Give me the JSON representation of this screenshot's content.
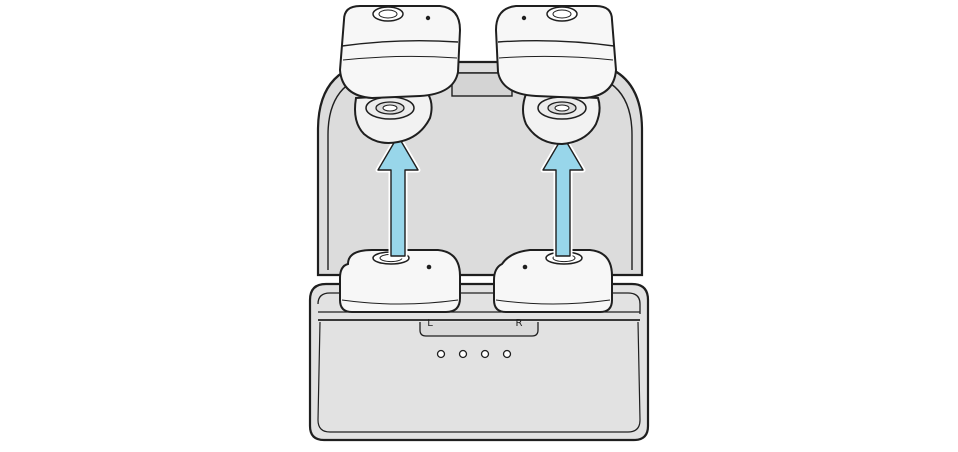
{
  "labels": {
    "left": "L",
    "right": "R"
  },
  "indicator_count": 4,
  "colors": {
    "background": "#ffffff",
    "case_body": "#e2e2e2",
    "case_lid": "#dcdcdc",
    "earbud": "#f7f7f7",
    "outline": "#1f1f1f",
    "arrow": "#98d6ea"
  },
  "icons": {
    "arrow": "up-arrow-icon",
    "earbud": "earbud-icon",
    "led": "led-dot-icon"
  }
}
